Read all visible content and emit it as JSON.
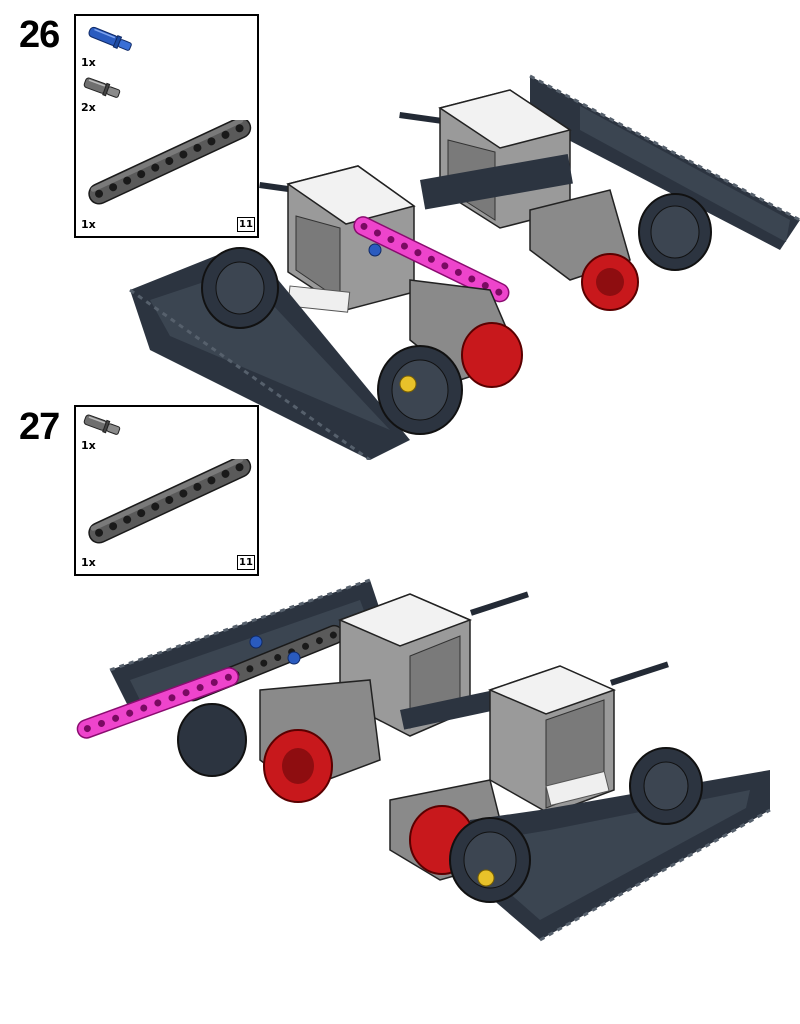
{
  "steps": [
    {
      "number": "26",
      "parts": [
        {
          "icon": "blue-axle-pin-icon",
          "qty": "1x"
        },
        {
          "icon": "gray-axle-pin-icon",
          "qty": "2x"
        },
        {
          "icon": "dark-gray-beam-11-icon",
          "qty": "1x",
          "length": "11"
        }
      ]
    },
    {
      "number": "27",
      "parts": [
        {
          "icon": "gray-axle-pin-icon",
          "qty": "1x"
        },
        {
          "icon": "dark-gray-beam-11-icon",
          "qty": "1x",
          "length": "11"
        }
      ]
    }
  ],
  "colors": {
    "track": "#2c3440",
    "track_light": "#56606c",
    "brick_white": "#f2f2f2",
    "brick_gray": "#9a9a9a",
    "motor_red": "#c8181c",
    "beam_magenta": "#ee44cc",
    "beam_dark": "#595959",
    "pin_blue": "#2a5bbf",
    "bushing_yellow": "#e8c22a"
  }
}
